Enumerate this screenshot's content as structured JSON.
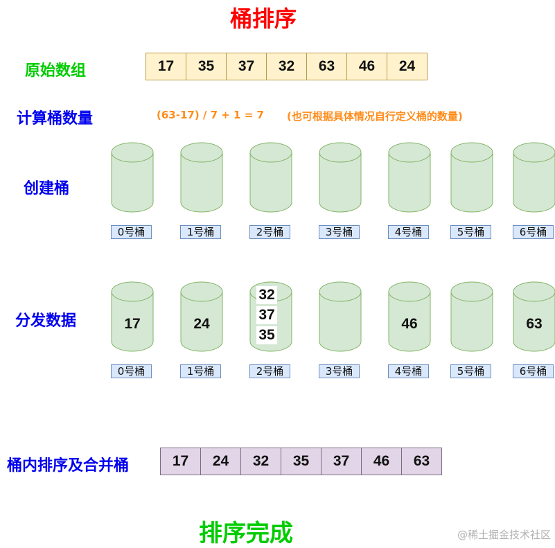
{
  "title": "桶排序",
  "original": {
    "label": "原始数组",
    "values": [
      "17",
      "35",
      "37",
      "32",
      "63",
      "46",
      "24"
    ]
  },
  "count": {
    "label": "计算桶数量",
    "formula": "(63-17) / 7 + 1 = 7",
    "note": "(也可根据具体情况自行定义桶的数量)"
  },
  "create": {
    "label": "创建桶",
    "buckets": [
      "0号桶",
      "1号桶",
      "2号桶",
      "3号桶",
      "4号桶",
      "5号桶",
      "6号桶"
    ]
  },
  "distribute": {
    "label": "分发数据",
    "buckets": [
      {
        "name": "0号桶",
        "values": [
          "17"
        ]
      },
      {
        "name": "1号桶",
        "values": [
          "24"
        ]
      },
      {
        "name": "2号桶",
        "values": [
          "32",
          "37",
          "35"
        ]
      },
      {
        "name": "3号桶",
        "values": []
      },
      {
        "name": "4号桶",
        "values": [
          "46"
        ]
      },
      {
        "name": "5号桶",
        "values": []
      },
      {
        "name": "6号桶",
        "values": [
          "63"
        ]
      }
    ]
  },
  "merge": {
    "label": "桶内排序及合并桶",
    "values": [
      "17",
      "24",
      "32",
      "35",
      "37",
      "46",
      "63"
    ]
  },
  "done": "排序完成",
  "watermark": "@稀土掘金技术社区",
  "colors": {
    "title": "#ff0000",
    "label_green": "#00cc00",
    "label_blue": "#0000ee",
    "formula": "#ff8c1a",
    "bucket_fill": "#d5e8d4",
    "bucket_stroke": "#82b366",
    "original_fill": "#fff2cc",
    "merged_fill": "#e1d5e7",
    "bucket_label_fill": "#dae8fc"
  }
}
